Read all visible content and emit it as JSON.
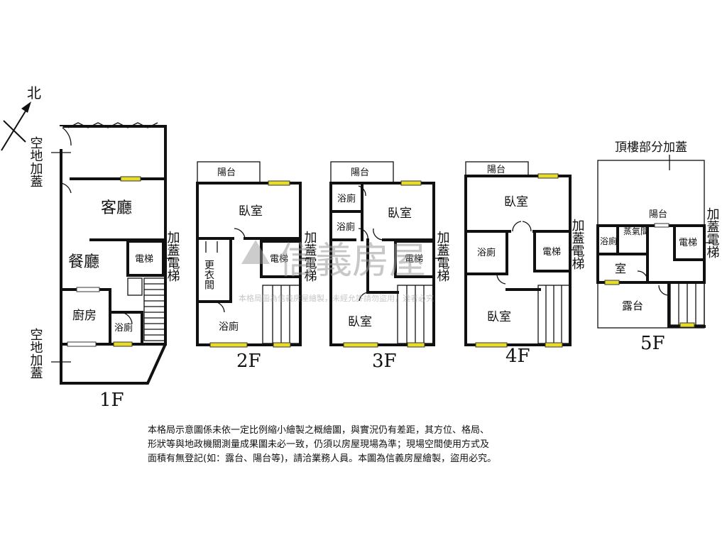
{
  "north": "北",
  "labels": {
    "vacant_land_addition": "空地加蓋",
    "elevator_addition": "加蓋電梯",
    "roof_addition": "頂樓部分加蓋"
  },
  "rooms": {
    "living": "客廳",
    "dining": "餐廳",
    "kitchen": "廚房",
    "bath": "浴廁",
    "elevator": "電梯",
    "bedroom": "臥室",
    "balcony": "陽台",
    "closet": "更衣間",
    "sauna": "蒸氣間",
    "room": "室",
    "terrace": "露台"
  },
  "floors": [
    "1F",
    "2F",
    "3F",
    "4F",
    "5F"
  ],
  "watermark": {
    "logo_text": "信義房屋",
    "small_text": "本格局圖為信義房屋繪製，未經允許請勿盜用，違者必究"
  },
  "disclaimer": [
    "本格局示意圖係未依一定比例縮小繪製之概繪圖，與實況仍有差距，其方位、格局、",
    "形狀等與地政機關測量成果圖未必一致，仍須以房屋現場為準；現場空間使用方式及",
    "面積有無登記(如：露台、陽台等)，請洽業務人員。本圖為信義房屋繪製，盜用必究。"
  ]
}
